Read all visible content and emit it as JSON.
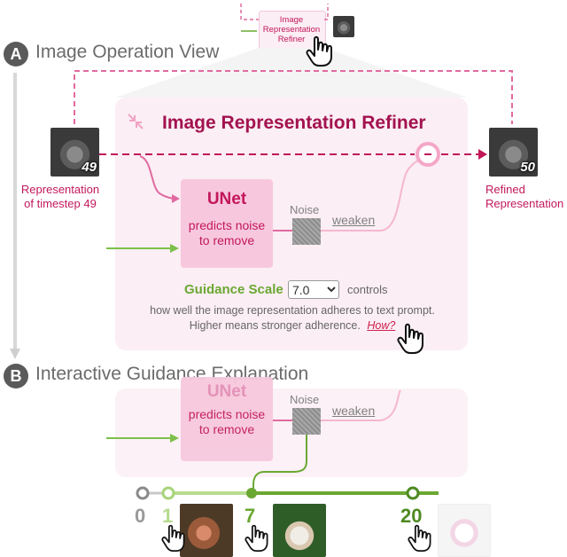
{
  "colors": {
    "pink": "#c2185b",
    "green": "#6aa832",
    "gray": "#6b6b6b",
    "panel": "#fbeef4"
  },
  "mini": {
    "title": "Image Representation Refiner"
  },
  "section_a": {
    "badge": "A",
    "title": "Image Operation View"
  },
  "section_b": {
    "badge": "B",
    "title": "Interactive Guidance Explanation"
  },
  "refiner": {
    "title": "Image Representation Refiner",
    "collapse_icon": "collapse-arrows-icon"
  },
  "input_rep": {
    "step": "49",
    "label_line1": "Representation",
    "label_line2": "of timestep 49"
  },
  "output_rep": {
    "step": "50",
    "label_line1": "Refined",
    "label_line2": "Representation"
  },
  "unet": {
    "title": "UNet",
    "desc_line1": "predicts noise",
    "desc_line2": "to remove"
  },
  "noise": {
    "label": "Noise",
    "weaken": "weaken"
  },
  "guidance": {
    "label": "Guidance Scale",
    "value": "7.0",
    "options": [
      "0.0",
      "1.0",
      "7.0",
      "20.0"
    ],
    "controls": "controls",
    "desc_line1": "how well the image representation adheres to text prompt.",
    "desc_line2": "Higher means stronger adherence.",
    "how_link": "How?"
  },
  "unet2": {
    "title": "UNet",
    "desc_line1": "predicts noise",
    "desc_line2": "to remove"
  },
  "noise2": {
    "label": "Noise",
    "weaken": "weaken"
  },
  "timeline": {
    "values": [
      "0",
      "1",
      "7",
      "20"
    ]
  }
}
